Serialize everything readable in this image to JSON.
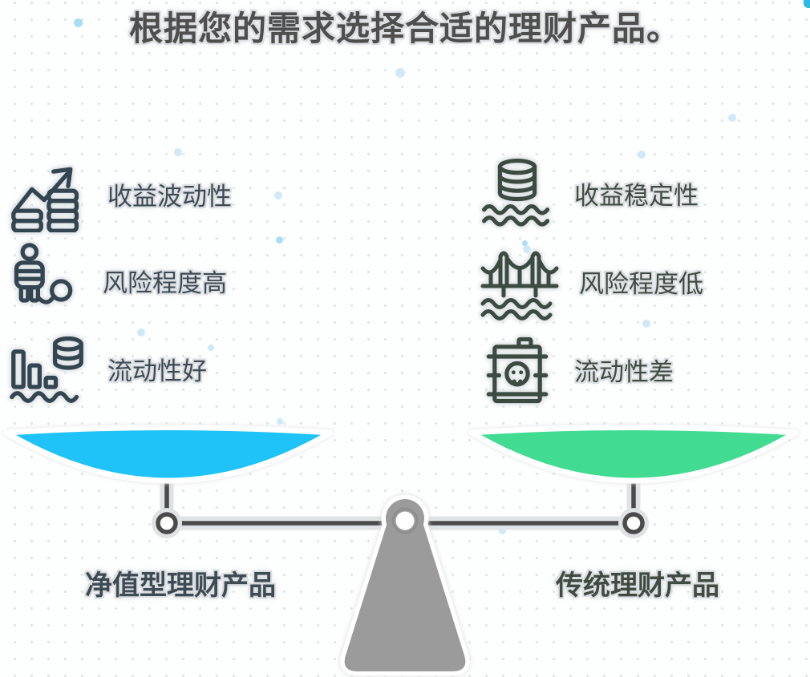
{
  "title": "根据您的需求选择合适的理财产品。",
  "left": {
    "label": "净值型理财产品",
    "pan_color": "#1fc3f8",
    "icon_stroke": "#334550",
    "items": [
      {
        "label": "收益波动性",
        "icon": "growth-chart-coins-icon"
      },
      {
        "label": "风险程度高",
        "icon": "prisoner-ball-chain-icon"
      },
      {
        "label": "流动性好",
        "icon": "bars-coins-wave-icon"
      }
    ]
  },
  "right": {
    "label": "传统理财产品",
    "pan_color": "#41dc92",
    "icon_stroke": "#3c4b41",
    "items": [
      {
        "label": "收益稳定性",
        "icon": "coins-over-waves-icon"
      },
      {
        "label": "风险程度低",
        "icon": "bridge-over-waves-icon"
      },
      {
        "label": "流动性差",
        "icon": "toxic-barrel-skull-icon"
      }
    ]
  },
  "scale": {
    "beam_color": "#4b4b4b",
    "fulcrum_color": "#9b9b9b",
    "halo_color": "#e0e3e5"
  }
}
